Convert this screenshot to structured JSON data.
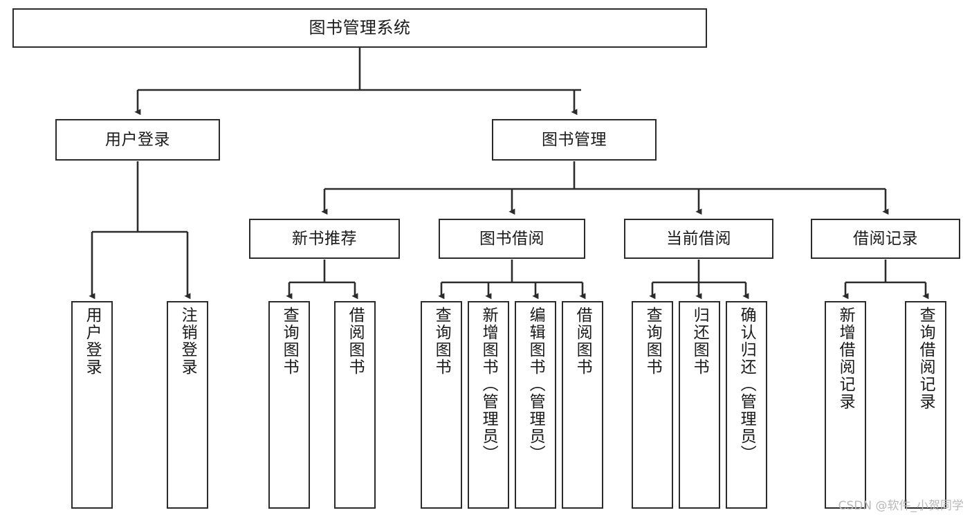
{
  "diagram": {
    "title": "图书管理系统",
    "type": "tree-hierarchy",
    "orientation": "top-down",
    "colors": {
      "box_border": "#2b2b2b",
      "box_fill": "#ffffff",
      "edge": "#2b2b2b",
      "text": "#1a1a1a",
      "watermark": "#b9b9b9",
      "background": "#ffffff"
    },
    "watermark": "CSDN @软件_小贺同学",
    "levels": {
      "root": "图书管理系统",
      "level2": [
        "用户登录",
        "图书管理"
      ],
      "level3": [
        "新书推荐",
        "图书借阅",
        "当前借阅",
        "借阅记录"
      ]
    },
    "nodes": {
      "root": {
        "label": "图书管理系统"
      },
      "user_login": {
        "label": "用户登录"
      },
      "book_manage": {
        "label": "图书管理"
      },
      "new_book_rec": {
        "label": "新书推荐"
      },
      "book_borrow": {
        "label": "图书借阅"
      },
      "current_borrow": {
        "label": "当前借阅"
      },
      "borrow_record": {
        "label": "借阅记录"
      },
      "leaf_user_login": {
        "label": "用户登录"
      },
      "leaf_user_logout": {
        "label": "注销登录"
      },
      "leaf_rec_query": {
        "label": "查询图书"
      },
      "leaf_rec_borrow": {
        "label": "借阅图书"
      },
      "leaf_borrow_query": {
        "label": "查询图书"
      },
      "leaf_borrow_add": {
        "label": "新增图书（管理员）"
      },
      "leaf_borrow_edit": {
        "label": "编辑图书（管理员）"
      },
      "leaf_borrow_lend": {
        "label": "借阅图书"
      },
      "leaf_cur_query": {
        "label": "查询图书"
      },
      "leaf_cur_return": {
        "label": "归还图书"
      },
      "leaf_cur_confirm": {
        "label": "确认归还（管理员）"
      },
      "leaf_rec_add": {
        "label": "新增借阅记录"
      },
      "leaf_rec_search": {
        "label": "查询借阅记录"
      }
    },
    "edges": [
      {
        "from": "图书管理系统",
        "to": "用户登录"
      },
      {
        "from": "图书管理系统",
        "to": "图书管理"
      },
      {
        "from": "用户登录",
        "to": "用户登录"
      },
      {
        "from": "用户登录",
        "to": "注销登录"
      },
      {
        "from": "图书管理",
        "to": "新书推荐"
      },
      {
        "from": "图书管理",
        "to": "图书借阅"
      },
      {
        "from": "图书管理",
        "to": "当前借阅"
      },
      {
        "from": "图书管理",
        "to": "借阅记录"
      },
      {
        "from": "新书推荐",
        "to": "查询图书"
      },
      {
        "from": "新书推荐",
        "to": "借阅图书"
      },
      {
        "from": "图书借阅",
        "to": "查询图书"
      },
      {
        "from": "图书借阅",
        "to": "新增图书（管理员）"
      },
      {
        "from": "图书借阅",
        "to": "编辑图书（管理员）"
      },
      {
        "from": "图书借阅",
        "to": "借阅图书"
      },
      {
        "from": "当前借阅",
        "to": "查询图书"
      },
      {
        "from": "当前借阅",
        "to": "归还图书"
      },
      {
        "from": "当前借阅",
        "to": "确认归还（管理员）"
      },
      {
        "from": "借阅记录",
        "to": "新增借阅记录"
      },
      {
        "from": "借阅记录",
        "to": "查询借阅记录"
      }
    ]
  }
}
